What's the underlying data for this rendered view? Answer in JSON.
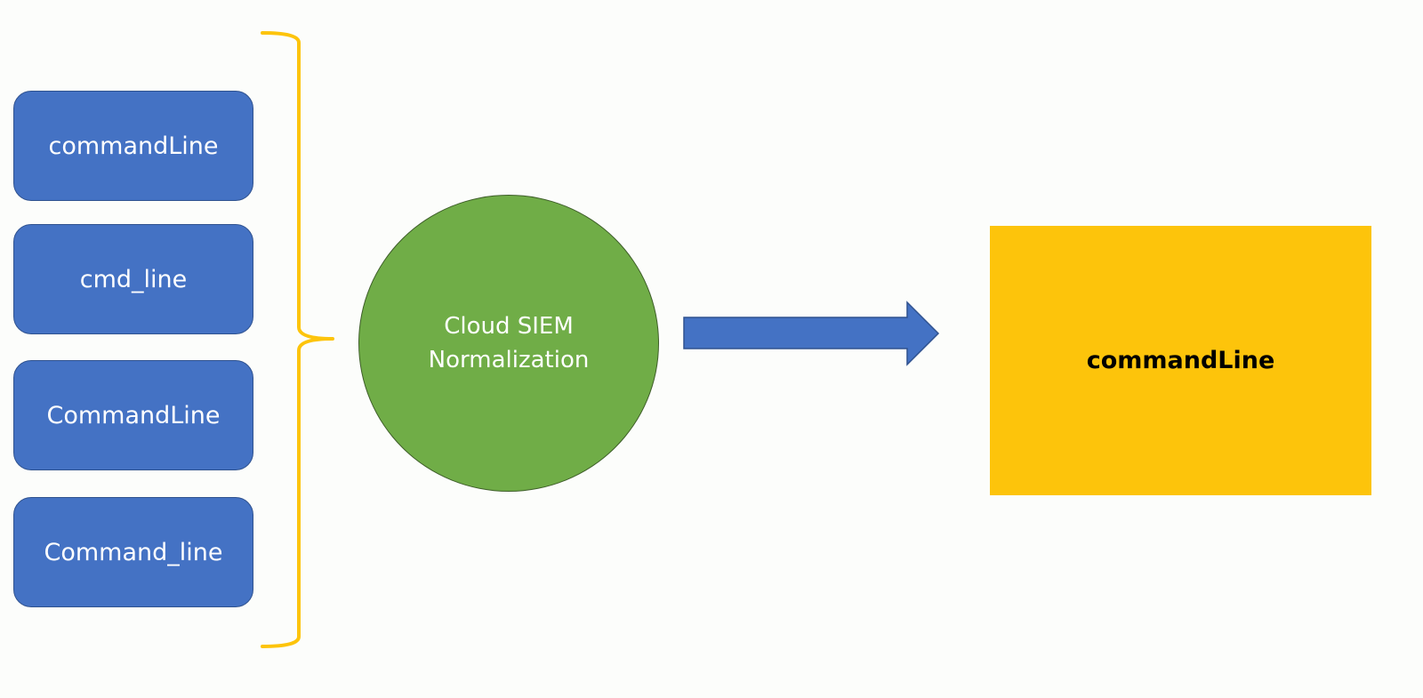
{
  "inputs": [
    {
      "label": "commandLine"
    },
    {
      "label": "cmd_line"
    },
    {
      "label": "CommandLine"
    },
    {
      "label": "Command_line"
    }
  ],
  "process": {
    "line1": "Cloud SIEM",
    "line2": "Normalization"
  },
  "output": {
    "label": "commandLine"
  },
  "colors": {
    "input_fill": "#4472c4",
    "process_fill": "#70ad47",
    "output_fill": "#fdc40b",
    "brace": "#fdc40b",
    "arrow": "#4472c4"
  }
}
